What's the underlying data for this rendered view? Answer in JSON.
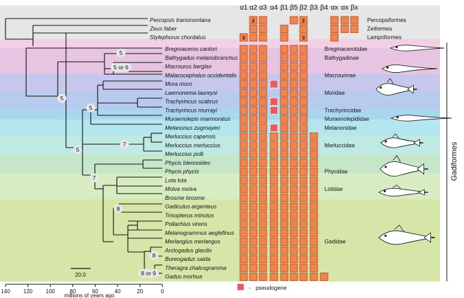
{
  "columns": [
    "α1",
    "α2",
    "α3",
    "α4",
    "β1",
    "β5",
    "β2",
    "β3",
    "β4",
    "αx",
    "αx",
    "βx"
  ],
  "outgroup_rows": [
    {
      "species": "Percopsis transmontana",
      "order": "Percopsiformes",
      "cells": [
        0,
        1,
        1,
        0,
        0,
        1,
        1,
        0,
        0,
        1,
        1,
        1
      ],
      "counts": {
        "1": "2",
        "6": "2"
      }
    },
    {
      "species": "Zeus faber",
      "order": "Zeiformes",
      "cells": [
        0,
        1,
        1,
        0,
        1,
        0,
        1,
        0,
        0,
        1,
        1,
        1
      ],
      "counts": {}
    },
    {
      "species": "Stylephorus chordatus",
      "order": "Lampriformes",
      "cells": [
        1,
        1,
        1,
        0,
        1,
        0,
        1,
        0,
        0,
        1,
        0,
        0
      ],
      "counts": {
        "0": "3",
        "6": "3"
      }
    }
  ],
  "rows": [
    {
      "species": "Bregmaceros cantori",
      "family": "Bregmacerotidae",
      "cells": [
        1,
        1,
        1,
        0,
        1,
        1,
        1,
        0,
        0,
        0,
        0,
        0
      ]
    },
    {
      "species": "Bathygadus melanobranchus",
      "family": "Bathygadinae",
      "cells": [
        1,
        1,
        1,
        0,
        1,
        1,
        1,
        0,
        0,
        0,
        0,
        0
      ]
    },
    {
      "species": "Macrourus berglax",
      "family": "",
      "cells": [
        1,
        1,
        1,
        0,
        1,
        1,
        1,
        0,
        0,
        0,
        0,
        0
      ]
    },
    {
      "species": "Malacocephalus occidentalis",
      "family": "Macrourinae",
      "cells": [
        1,
        1,
        1,
        0,
        1,
        1,
        1,
        0,
        0,
        0,
        0,
        0
      ]
    },
    {
      "species": "Mora moro",
      "family": "",
      "cells": [
        1,
        1,
        1,
        2,
        1,
        1,
        1,
        0,
        0,
        0,
        0,
        0
      ]
    },
    {
      "species": "Laemonema laureysi",
      "family": "Moridae",
      "cells": [
        1,
        1,
        1,
        0,
        1,
        1,
        1,
        0,
        0,
        0,
        0,
        0
      ]
    },
    {
      "species": "Trachyrincus scabrus",
      "family": "",
      "cells": [
        1,
        1,
        1,
        2,
        1,
        1,
        1,
        0,
        0,
        0,
        0,
        0
      ]
    },
    {
      "species": "Trachyrincus murrayi",
      "family": "Trachyrincidae",
      "cells": [
        1,
        1,
        1,
        2,
        1,
        1,
        1,
        0,
        0,
        0,
        0,
        0
      ]
    },
    {
      "species": "Muraenolepis marmoratus",
      "family": "Muraenolepididae",
      "cells": [
        1,
        1,
        1,
        0,
        1,
        1,
        1,
        0,
        0,
        0,
        0,
        0
      ]
    },
    {
      "species": "Melanonus zugmayeri",
      "family": "Melanonidae",
      "cells": [
        1,
        1,
        1,
        2,
        1,
        1,
        1,
        0,
        0,
        0,
        0,
        0
      ]
    },
    {
      "species": "Merluccius capensis",
      "family": "",
      "cells": [
        1,
        1,
        1,
        1,
        1,
        1,
        1,
        1,
        0,
        0,
        0,
        0
      ]
    },
    {
      "species": "Merluccius merluccius",
      "family": "Merluccidae",
      "cells": [
        1,
        1,
        1,
        1,
        1,
        1,
        1,
        1,
        0,
        0,
        0,
        0
      ]
    },
    {
      "species": "Merluccius polli",
      "family": "",
      "cells": [
        1,
        1,
        1,
        1,
        1,
        1,
        1,
        1,
        0,
        0,
        0,
        0
      ]
    },
    {
      "species": "Phycis blennoides",
      "family": "",
      "cells": [
        1,
        1,
        1,
        1,
        1,
        1,
        1,
        1,
        0,
        0,
        0,
        0
      ]
    },
    {
      "species": "Phycis phycis",
      "family": "Phycidae",
      "cells": [
        1,
        1,
        1,
        1,
        1,
        1,
        1,
        1,
        0,
        0,
        0,
        0
      ]
    },
    {
      "species": "Lota lota",
      "family": "",
      "cells": [
        1,
        1,
        1,
        1,
        1,
        1,
        1,
        1,
        0,
        0,
        0,
        0
      ]
    },
    {
      "species": "Molva molva",
      "family": "Lotidae",
      "cells": [
        1,
        1,
        1,
        1,
        1,
        1,
        1,
        1,
        0,
        0,
        0,
        0
      ]
    },
    {
      "species": "Brosme brosme",
      "family": "",
      "cells": [
        1,
        1,
        1,
        1,
        1,
        1,
        1,
        1,
        0,
        0,
        0,
        0
      ]
    },
    {
      "species": "Gadiculus argenteus",
      "family": "",
      "cells": [
        1,
        1,
        1,
        1,
        1,
        1,
        1,
        1,
        0,
        0,
        0,
        0
      ]
    },
    {
      "species": "Trisopterus minutus",
      "family": "",
      "cells": [
        1,
        1,
        1,
        1,
        1,
        1,
        1,
        1,
        0,
        0,
        0,
        0
      ]
    },
    {
      "species": "Pollachius virens",
      "family": "",
      "cells": [
        1,
        1,
        1,
        1,
        1,
        1,
        1,
        1,
        0,
        0,
        0,
        0
      ]
    },
    {
      "species": "Melanogrammus aeglefinus",
      "family": "",
      "cells": [
        1,
        1,
        1,
        1,
        1,
        1,
        1,
        1,
        0,
        0,
        0,
        0
      ]
    },
    {
      "species": "Merlangius merlangus",
      "family": "Gadidae",
      "cells": [
        1,
        1,
        1,
        1,
        1,
        1,
        1,
        1,
        0,
        0,
        0,
        0
      ]
    },
    {
      "species": "Arctogadus glacilis",
      "family": "",
      "cells": [
        1,
        1,
        1,
        1,
        1,
        1,
        1,
        1,
        0,
        0,
        0,
        0
      ]
    },
    {
      "species": "Boreogadus saida",
      "family": "",
      "cells": [
        1,
        1,
        1,
        1,
        1,
        1,
        1,
        1,
        0,
        0,
        0,
        0
      ]
    },
    {
      "species": "Theragra chalcogramma",
      "family": "",
      "cells": [
        1,
        1,
        1,
        1,
        1,
        1,
        1,
        1,
        0,
        0,
        0,
        0
      ]
    },
    {
      "species": "Gadus morhua",
      "family": "",
      "cells": [
        1,
        1,
        1,
        1,
        1,
        1,
        1,
        1,
        1,
        0,
        0,
        0
      ]
    }
  ],
  "node_labels": [
    "5",
    "5 or 6",
    "5",
    "5",
    "5",
    "7",
    "7",
    "8",
    "8",
    "8 or 9"
  ],
  "order_label": "Gadiformes",
  "scale_bar": "20.0",
  "axis": {
    "ticks": [
      "140",
      "120",
      "100",
      "80",
      "60",
      "40",
      "20",
      "0"
    ],
    "label": "millions of years ago"
  },
  "legend": {
    "symbol": "-",
    "text": "pseudogene"
  },
  "colors": {
    "gene_fill": "#f0844e",
    "gene_stroke": "#b8491c",
    "pseudo_fill": "#e85a62"
  }
}
